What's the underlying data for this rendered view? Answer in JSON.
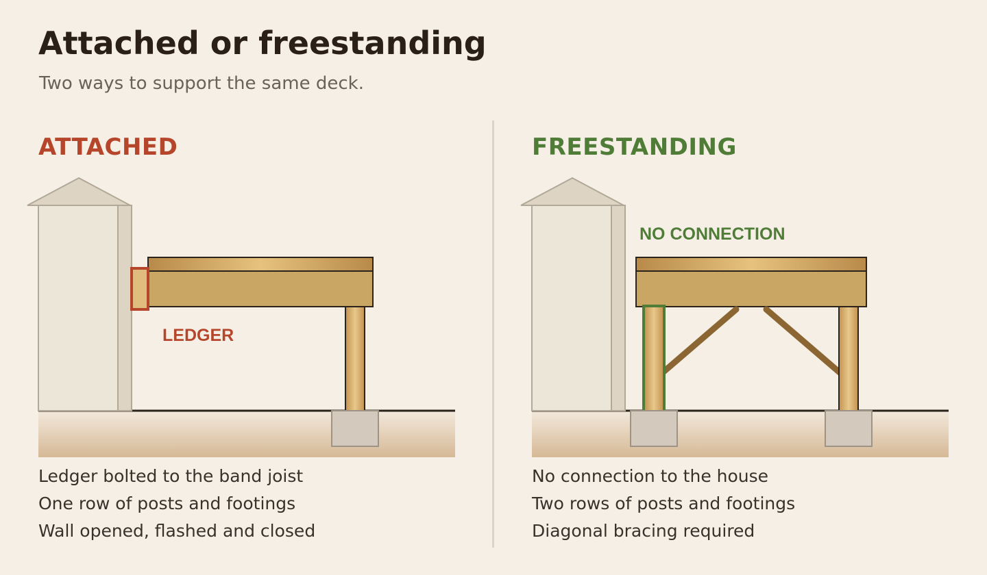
{
  "header": {
    "title": "Attached or freestanding",
    "subtitle": "Two ways to support the same deck."
  },
  "panels": {
    "attached": {
      "heading": "ATTACHED",
      "callout": "LEDGER",
      "notes": [
        "Ledger bolted to the band joist",
        "One row of posts and footings",
        "Wall opened, flashed and closed"
      ]
    },
    "freestanding": {
      "heading": "FREESTANDING",
      "callout": "NO CONNECTION",
      "notes": [
        "No connection to the house",
        "Two rows of posts and footings",
        "Diagonal bracing required"
      ]
    }
  },
  "colors": {
    "attached_accent": "#b5462b",
    "freestanding_accent": "#4f7d38",
    "wood": "#c9a663",
    "house": "#ece6d8",
    "footing": "#d3c9bc",
    "brace": "#8b6633"
  }
}
